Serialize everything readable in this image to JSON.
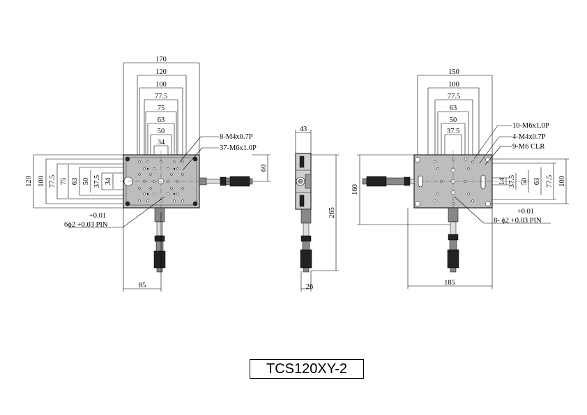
{
  "title": "TCS120XY-2",
  "front_view": {
    "top_dims": [
      "170",
      "120",
      "100",
      "77.5",
      "75",
      "63",
      "50",
      "34"
    ],
    "left_dims": [
      "120",
      "100",
      "77.5",
      "75",
      "63",
      "50",
      "37.5",
      "34"
    ],
    "right_dim": "60",
    "bottom_dim": "85",
    "callouts": [
      "8-M4x0.7P",
      "37-M6x1.0P"
    ],
    "pin_tol": "+0.01",
    "pin_note": "6ϕ2 +0.03 PIN"
  },
  "side_view": {
    "top_dim": "43",
    "right_dim": "265",
    "bottom_dim": "26"
  },
  "back_view": {
    "top_dims": [
      "150",
      "100",
      "77.5",
      "63",
      "50",
      "37.5"
    ],
    "left_dim": "160",
    "right_dims": [
      "14",
      "37.5",
      "50",
      "63",
      "77.5",
      "100"
    ],
    "bottom_dim": "185",
    "callouts": [
      "10-M6x1.0P",
      "4-M4x0.7P",
      "9-M6 CLR"
    ],
    "pin_tol": "+0.01",
    "pin_note": "8- ϕ2 +0.03 PIN"
  }
}
